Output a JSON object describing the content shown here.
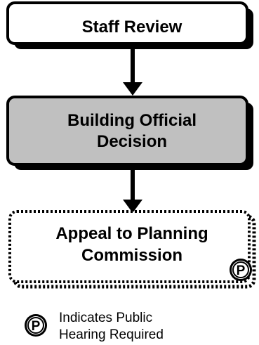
{
  "nodes": {
    "staff_review": {
      "label": "Staff Review"
    },
    "building_official_decision": {
      "line1": "Building Official",
      "line2": "Decision"
    },
    "appeal": {
      "line1": "Appeal to Planning",
      "line2": "Commission",
      "badge": "P"
    }
  },
  "legend": {
    "badge": "P",
    "line1": "Indicates Public",
    "line2": "Hearing Required"
  },
  "colors": {
    "box_fill": "#ffffff",
    "decision_fill": "#c0c0c0",
    "shadow": "#000000",
    "stroke": "#000000"
  }
}
